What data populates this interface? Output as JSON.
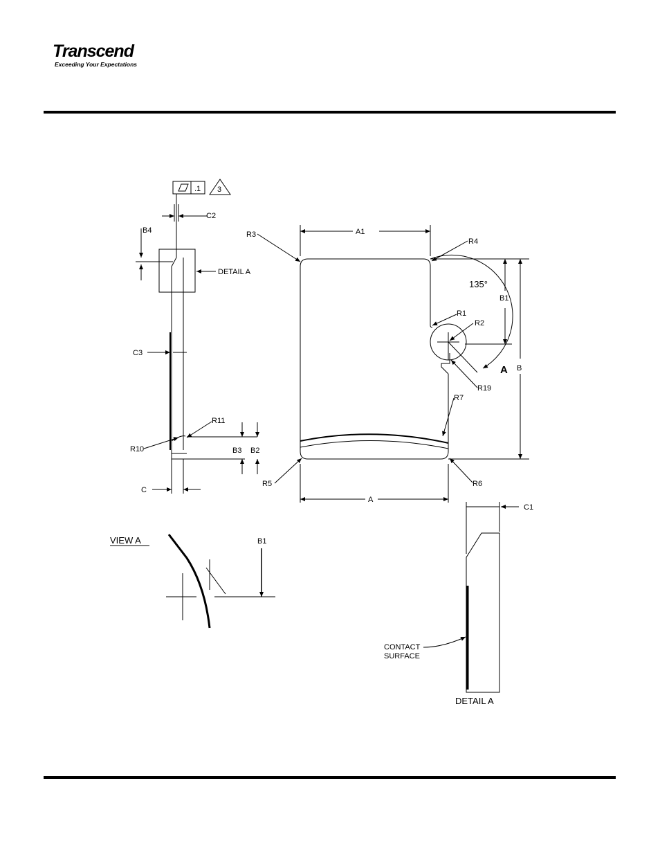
{
  "header": {
    "brand": "Transcend",
    "tagline": "Exceeding Your Expectations"
  },
  "drawing": {
    "tolerance_value": ".1",
    "note_number": "3",
    "labels": {
      "c": "C",
      "c1": "C1",
      "c2": "C2",
      "c3": "C3",
      "b": "B",
      "b1": "B1",
      "b2": "B2",
      "b3": "B3",
      "b4": "B4",
      "a": "A",
      "a1": "A1",
      "r1": "R1",
      "r2": "R2",
      "r3": "R3",
      "r4": "R4",
      "r5": "R5",
      "r6": "R6",
      "r7": "R7",
      "r10": "R10",
      "r11": "R11",
      "r19": "R19",
      "angle": "135°",
      "detail_a_callout": "DETAIL A",
      "view_marker": "A",
      "view_a_title": "VIEW A",
      "view_a_b1": "B1",
      "contact_line1": "CONTACT",
      "contact_line2": "SURFACE",
      "detail_a_title": "DETAIL A"
    }
  },
  "colors": {
    "ink": "#000000",
    "paper": "#ffffff"
  }
}
